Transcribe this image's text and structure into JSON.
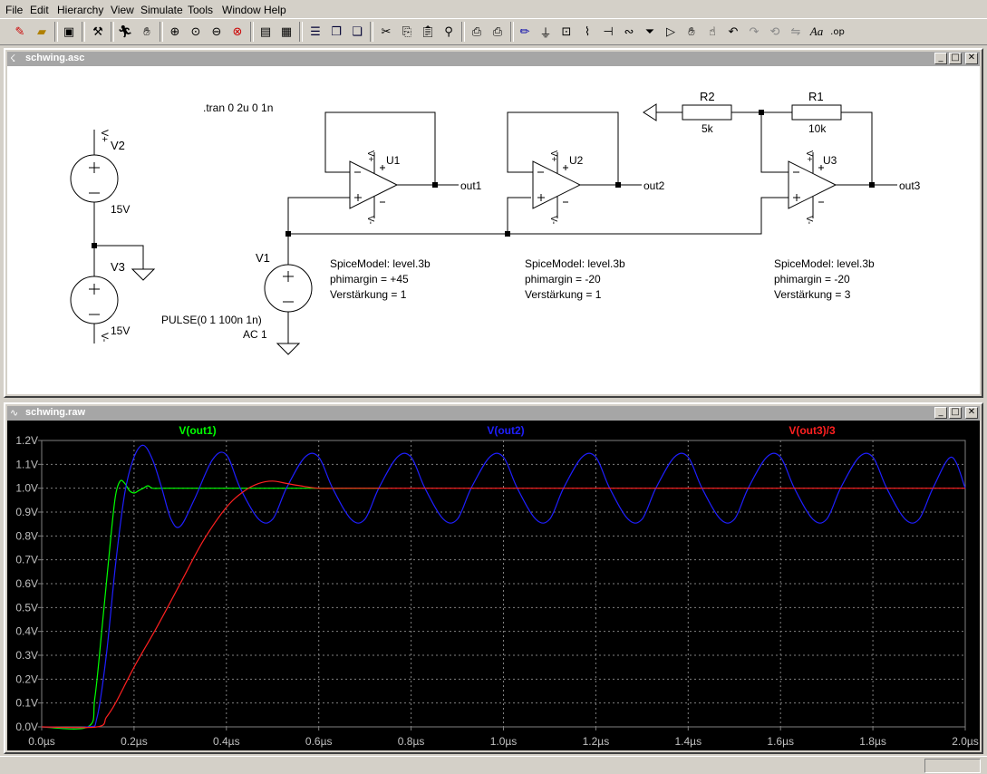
{
  "menu": [
    "File",
    "Edit",
    "Hierarchy",
    "View",
    "Simulate",
    "Tools",
    "Window",
    "Help"
  ],
  "toolbar_icons": [
    "new-schematic-icon",
    "open-icon",
    "save-icon",
    "control-panel-icon",
    "run-icon",
    "halt-icon",
    "zoom-in-icon",
    "zoom-rubber-band-icon",
    "zoom-out-icon",
    "zoom-cancel-icon",
    "autorange-icon",
    "fit-icon",
    "tile-horizontal-icon",
    "cascade-icon",
    "close-all-icon",
    "cut-icon",
    "copy-icon",
    "paste-icon",
    "find-icon",
    "print-setup-icon",
    "print-icon",
    "wire-icon",
    "ground-icon",
    "label-icon",
    "resistor-icon",
    "capacitor-icon",
    "inductor-icon",
    "diode-icon",
    "component-icon",
    "move-icon",
    "drag-icon",
    "undo-icon",
    "redo-icon",
    "rotate-icon",
    "mirror-icon",
    "text-icon",
    "spice-directive-icon"
  ],
  "schematic_window": {
    "title": "schwing.asc",
    "directive": ".tran 0 2u 0 1n",
    "components": {
      "v2": {
        "name": "V2",
        "value": "15V",
        "plus": "V+"
      },
      "v3": {
        "name": "V3",
        "value": "15V",
        "minus": "V-"
      },
      "v1": {
        "name": "V1",
        "value1": "PULSE(0 1 100n 1n)",
        "value2": "AC 1"
      },
      "u1": {
        "name": "U1"
      },
      "u2": {
        "name": "U2"
      },
      "u3": {
        "name": "U3"
      },
      "r1": {
        "name": "R1",
        "value": "10k"
      },
      "r2": {
        "name": "R2",
        "value": "5k"
      }
    },
    "nets": [
      "out1",
      "out2",
      "out3"
    ],
    "annotations": [
      {
        "model": "SpiceModel: level.3b",
        "phimargin": "phimargin = +45",
        "gain": "Verstärkung = 1"
      },
      {
        "model": "SpiceModel: level.3b",
        "phimargin": "phimargin = -20",
        "gain": "Verstärkung = 1"
      },
      {
        "model": "SpiceModel: level.3b",
        "phimargin": "phimargin = -20",
        "gain": "Verstärkung = 3"
      }
    ]
  },
  "waveform_window": {
    "title": "schwing.raw"
  },
  "chart_data": {
    "type": "line",
    "xlabel": "",
    "ylabel": "",
    "xlim": [
      0,
      2.0
    ],
    "ylim": [
      0,
      1.2
    ],
    "x_ticks": [
      "0.0µs",
      "0.2µs",
      "0.4µs",
      "0.6µs",
      "0.8µs",
      "1.0µs",
      "1.2µs",
      "1.4µs",
      "1.6µs",
      "1.8µs",
      "2.0µs"
    ],
    "y_ticks": [
      "0.0V",
      "0.1V",
      "0.2V",
      "0.3V",
      "0.4V",
      "0.5V",
      "0.6V",
      "0.7V",
      "0.8V",
      "0.9V",
      "1.0V",
      "1.1V",
      "1.2V"
    ],
    "grid": true,
    "background": "#000000",
    "series": [
      {
        "name": "V(out1)",
        "color": "#00ff00",
        "x": [
          0,
          0.1,
          0.115,
          0.13,
          0.15,
          0.16,
          0.17,
          0.18,
          0.19,
          0.2,
          0.21,
          0.22,
          0.23,
          0.24,
          0.26,
          0.28,
          0.3,
          0.35,
          0.4,
          0.5,
          0.6,
          0.75
        ],
        "y": [
          0,
          0,
          0.12,
          0.4,
          0.8,
          0.97,
          1.03,
          1.02,
          0.99,
          0.98,
          0.99,
          1.0,
          1.01,
          1.0,
          1.0,
          1.0,
          1.0,
          1.0,
          1.0,
          1.0,
          1.0,
          1.0
        ]
      },
      {
        "name": "V(out2)",
        "color": "#1f1fff",
        "x": [
          0,
          0.1,
          0.12,
          0.14,
          0.16,
          0.18,
          0.2,
          0.22,
          0.24,
          0.26,
          0.28,
          0.3,
          0.33,
          0.37,
          0.4,
          0.43,
          0.47,
          0.5,
          0.53,
          0.57,
          0.6,
          0.63,
          0.67,
          0.7,
          0.73,
          0.77,
          0.8,
          0.83,
          0.87,
          0.9,
          0.93,
          0.97,
          1.0,
          1.03,
          1.07,
          1.1,
          1.13,
          1.17,
          1.2,
          1.23,
          1.27,
          1.3,
          1.33,
          1.37,
          1.4,
          1.43,
          1.47,
          1.5,
          1.53,
          1.57,
          1.6,
          1.63,
          1.67,
          1.7,
          1.73,
          1.77,
          1.8,
          1.83,
          1.87,
          1.9,
          1.93,
          1.97,
          2.0
        ],
        "y": [
          0,
          0,
          0.04,
          0.3,
          0.68,
          0.98,
          1.13,
          1.18,
          1.12,
          1.0,
          0.87,
          0.84,
          0.95,
          1.12,
          1.14,
          1.0,
          0.87,
          0.87,
          1.0,
          1.13,
          1.13,
          1.0,
          0.87,
          0.87,
          1.0,
          1.13,
          1.13,
          1.0,
          0.87,
          0.87,
          1.0,
          1.13,
          1.13,
          1.0,
          0.87,
          0.87,
          1.0,
          1.13,
          1.13,
          1.0,
          0.87,
          0.87,
          1.0,
          1.13,
          1.13,
          1.0,
          0.87,
          0.87,
          1.0,
          1.13,
          1.13,
          1.0,
          0.87,
          0.87,
          1.0,
          1.13,
          1.13,
          1.0,
          0.87,
          0.87,
          1.0,
          1.13,
          1.0
        ]
      },
      {
        "name": "V(out3)/3",
        "color": "#ff2020",
        "x": [
          0,
          0.12,
          0.14,
          0.16,
          0.2,
          0.25,
          0.3,
          0.35,
          0.4,
          0.44,
          0.47,
          0.5,
          0.53,
          0.56,
          0.6,
          0.65,
          0.7,
          0.8,
          1.0,
          1.5,
          2.0
        ],
        "y": [
          0,
          0,
          0.04,
          0.1,
          0.25,
          0.42,
          0.6,
          0.78,
          0.92,
          0.99,
          1.02,
          1.03,
          1.02,
          1.01,
          1.0,
          1.0,
          1.0,
          1.0,
          1.0,
          1.0,
          1.0
        ]
      }
    ]
  }
}
